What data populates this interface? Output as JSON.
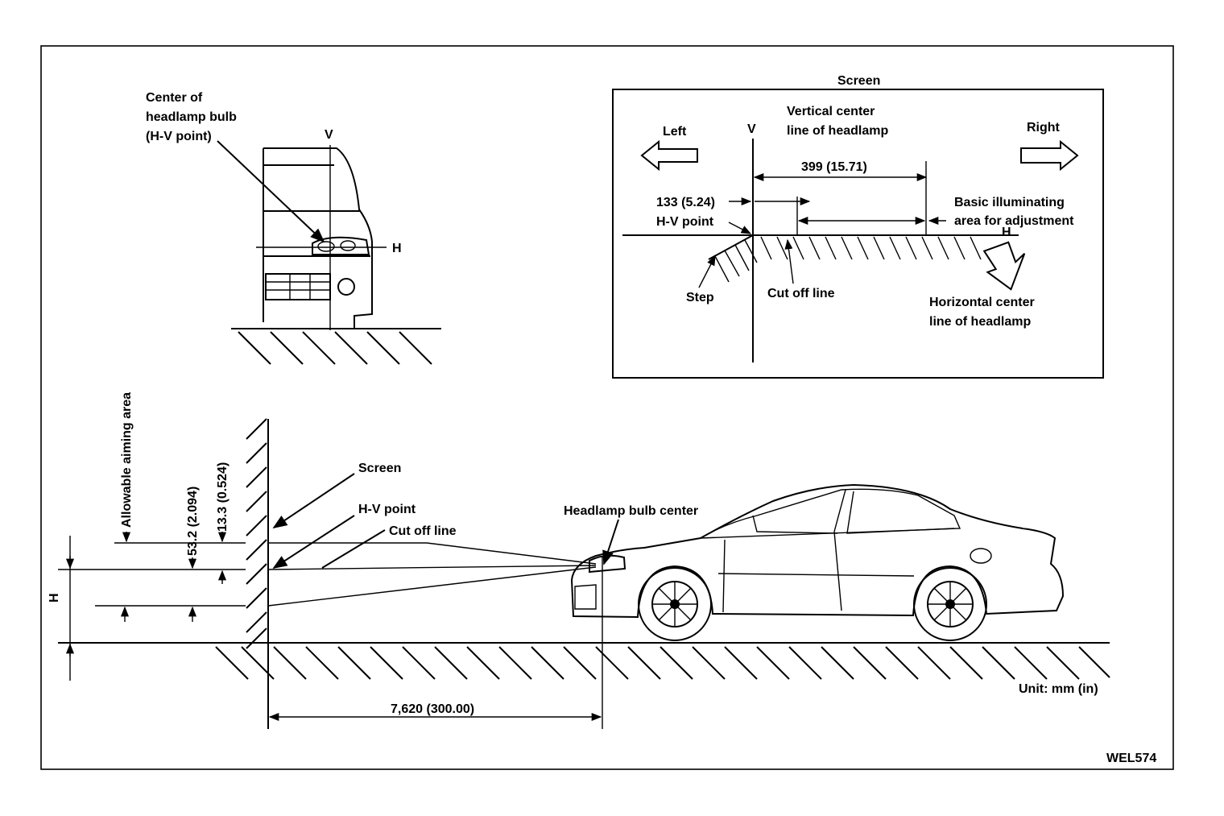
{
  "figure_id": "WEL574",
  "unit_note": "Unit: mm (in)",
  "front_view": {
    "callout": [
      "Center of",
      "headlamp  bulb",
      "(H-V point)"
    ],
    "v_label": "V",
    "h_label": "H"
  },
  "screen_panel": {
    "title": "Screen",
    "left_label": "Left",
    "right_label": "Right",
    "v_label": "V",
    "h_label": "H",
    "vertical_center_label": [
      "Vertical center",
      "line of headlamp"
    ],
    "dim_399": "399 (15.71)",
    "dim_133": "133 (5.24)",
    "hv_point": "H-V point",
    "basic_area_label": [
      "Basic illuminating",
      "area for adjustment"
    ],
    "step_label": "Step",
    "cutoff_label": "Cut off line",
    "horizontal_center_label": [
      "Horizontal center",
      "line of headlamp"
    ]
  },
  "side_view": {
    "allowable": "Allowable aiming area",
    "dim_53": "53.2 (2.094)",
    "dim_13": "13.3 (0.524)",
    "h_label": "H",
    "screen_label": "Screen",
    "hv_label": "H-V point",
    "cutoff_label": "Cut off line",
    "bulb_center_label": "Headlamp bulb center",
    "distance": "7,620 (300.00)"
  }
}
